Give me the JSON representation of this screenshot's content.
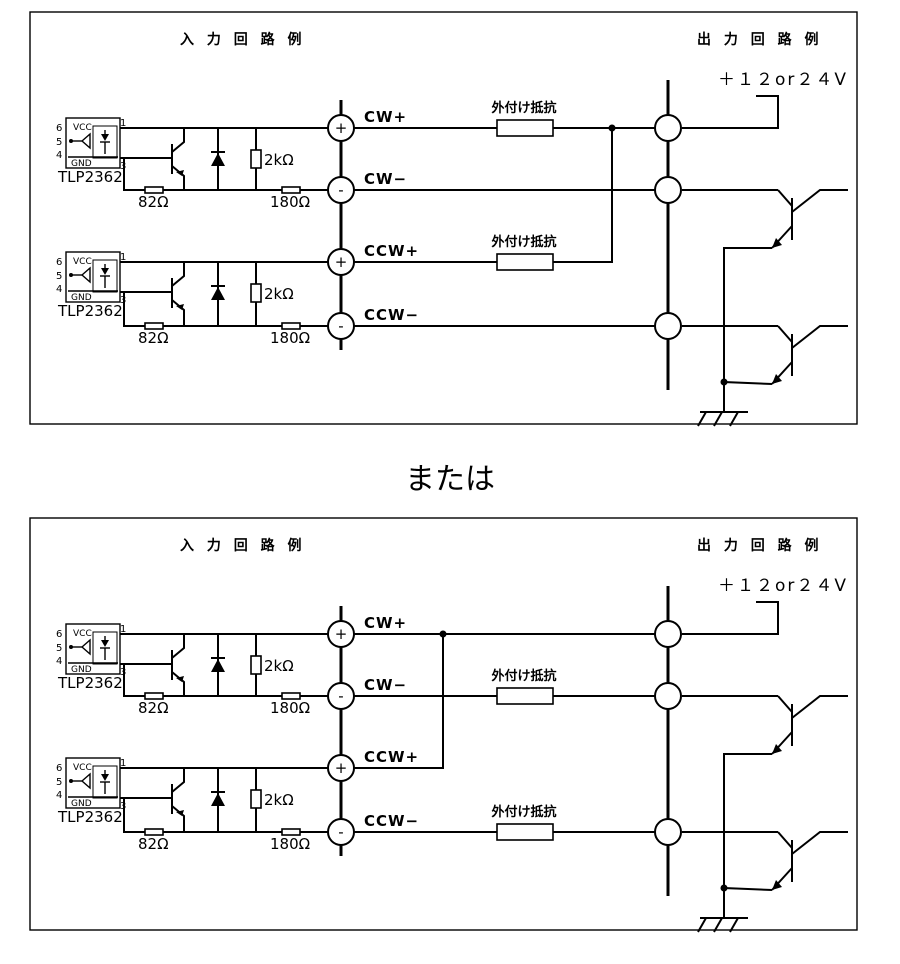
{
  "separator": "または",
  "diagrams": [
    {
      "input_header": "入 力 回 路 例",
      "output_header": "出 力 回 路 例",
      "power_label": "＋１２or２４V",
      "channels": [
        {
          "signal_plus": "CW+",
          "signal_minus": "CW−"
        },
        {
          "signal_plus": "CCW+",
          "signal_minus": "CCW−"
        }
      ],
      "ext_resistor_label": "外付け抵抗"
    },
    {
      "input_header": "入 力 回 路 例",
      "output_header": "出 力 回 路 例",
      "power_label": "＋１２or２４V",
      "channels": [
        {
          "signal_plus": "CW+",
          "signal_minus": "CW−"
        },
        {
          "signal_plus": "CCW+",
          "signal_minus": "CCW−"
        }
      ],
      "ext_resistor_label": "外付け抵抗"
    }
  ],
  "components": {
    "optocoupler": "TLP2362",
    "vcc": "VCC",
    "gnd": "GND",
    "pin1": "1",
    "pin3": "3",
    "pin4": "4",
    "pin5": "5",
    "pin6": "6",
    "r_base": "82Ω",
    "r_shunt": "2kΩ",
    "r_series": "180Ω",
    "plus_symbol": "+",
    "minus_symbol": "-"
  }
}
